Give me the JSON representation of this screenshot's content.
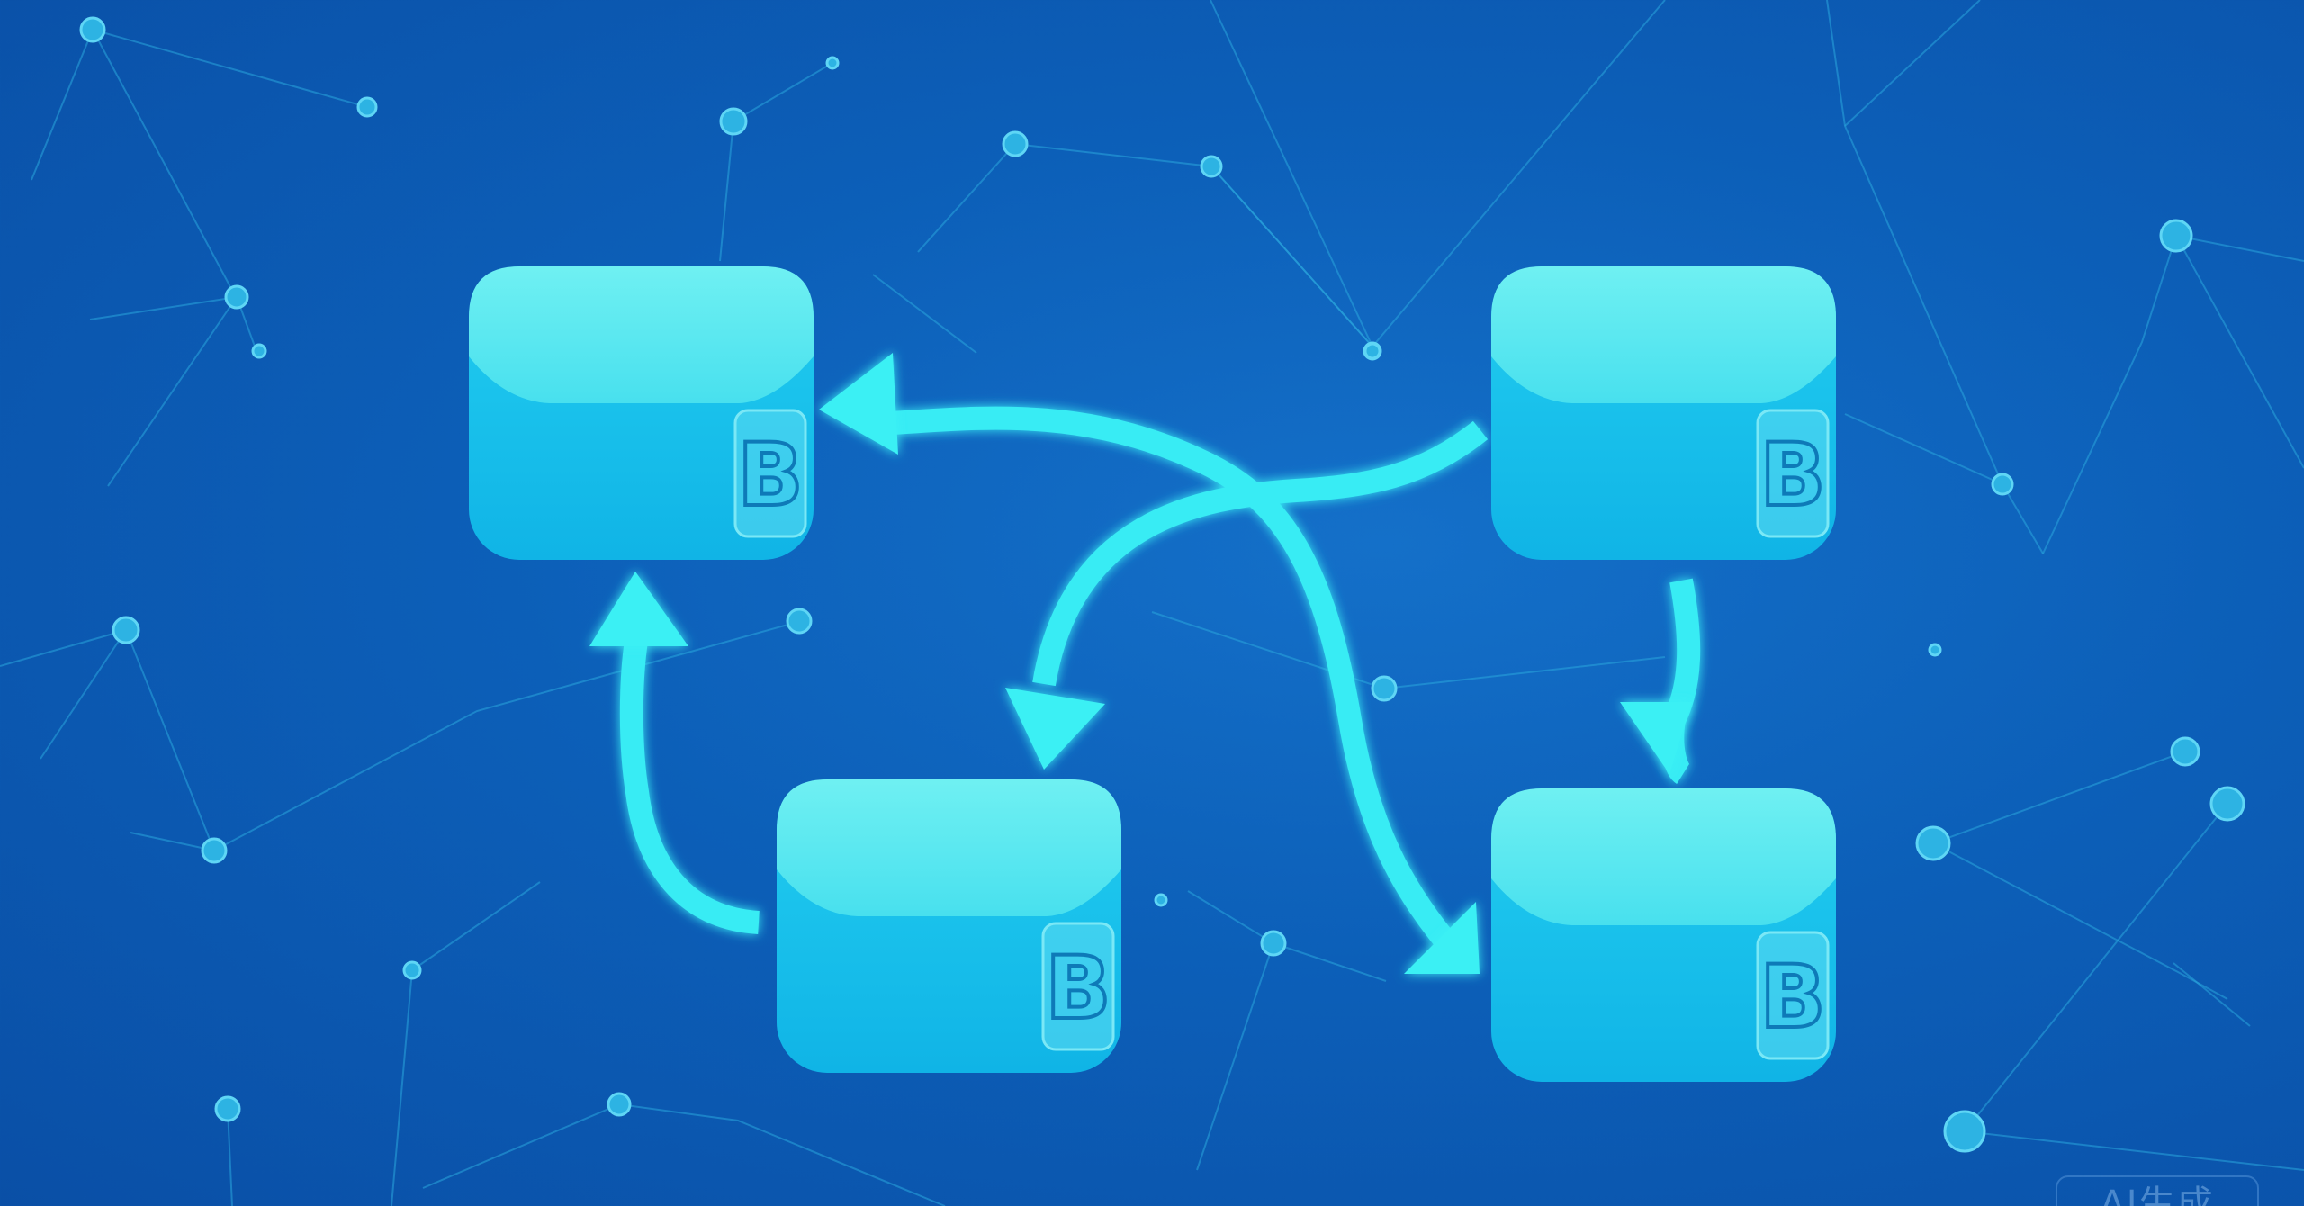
{
  "diagram": {
    "nodes": [
      {
        "id": "node-top-left",
        "badge": "B"
      },
      {
        "id": "node-top-right",
        "badge": "B"
      },
      {
        "id": "node-bottom-left",
        "badge": "B"
      },
      {
        "id": "node-bottom-right",
        "badge": "B"
      }
    ],
    "edges": [
      {
        "from": "node-top-right",
        "to": "node-bottom-left"
      },
      {
        "from": "node-bottom-right",
        "to": "node-top-left"
      },
      {
        "from": "node-top-left",
        "to": "node-bottom-right"
      },
      {
        "from": "node-bottom-left",
        "to": "node-top-left"
      },
      {
        "from": "node-top-right",
        "to": "node-bottom-right"
      }
    ]
  },
  "watermark": {
    "text": "AI生成"
  },
  "colors": {
    "background": "#0c5fb8",
    "node_top": "#5ee8f0",
    "node_body": "#17c2ec",
    "arrow": "#3af0f4",
    "network": "#2aa6dd"
  }
}
